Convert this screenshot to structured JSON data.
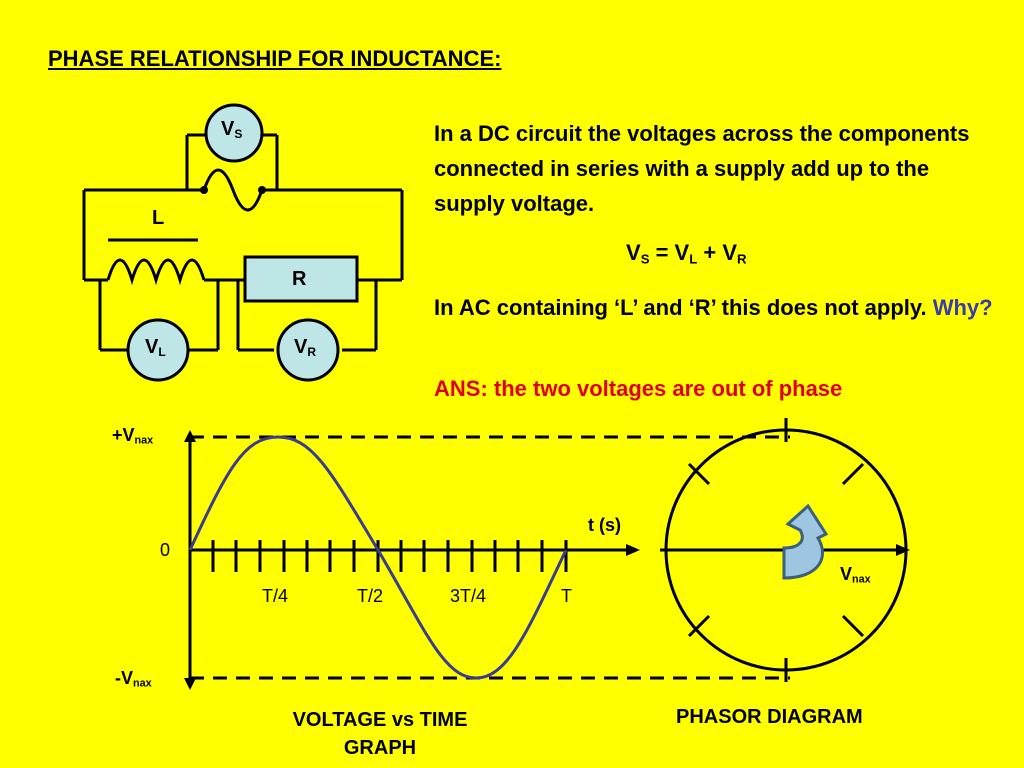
{
  "title": "PHASE RELATIONSHIP FOR INDUCTANCE:",
  "circuit": {
    "vs_main": "V",
    "vs_sub": "S",
    "inductor_label": "L",
    "resistor_label": "R",
    "vl_main": "V",
    "vl_sub": "L",
    "vr_main": "V",
    "vr_sub": "R"
  },
  "text": {
    "dc_statement": "In a DC circuit the voltages across the components connected in series with a supply add up to the supply voltage.",
    "eq_vs": "V",
    "eq_vs_sub": "S",
    "eq_mid": " = V",
    "eq_vl_sub": "L",
    "eq_plus": " + V",
    "eq_vr_sub": "R",
    "ac_statement": "In AC containing ‘L’ and ‘R’ this does not apply.",
    "why": "Why?",
    "answer": "ANS: the two voltages are out of phase"
  },
  "graph": {
    "pos_max_main": "+V",
    "pos_max_sub": "nax",
    "zero": "0",
    "neg_max_main": "-V",
    "neg_max_sub": "nax",
    "t_axis_label": "t (s)",
    "ticks": [
      "T/4",
      "T/2",
      "3T/4",
      "T"
    ],
    "caption": "VOLTAGE vs TIME GRAPH"
  },
  "phasor": {
    "vmax_main": "V",
    "vmax_sub": "nax",
    "caption": "PHASOR DIAGRAM"
  },
  "colors": {
    "background": "#FFFF00",
    "meter_fill": "#BFE6E6",
    "wave": "#3B3B8F",
    "why": "#3A3AB0",
    "answer": "#E0001B",
    "arrow": "#9FC6E0"
  }
}
